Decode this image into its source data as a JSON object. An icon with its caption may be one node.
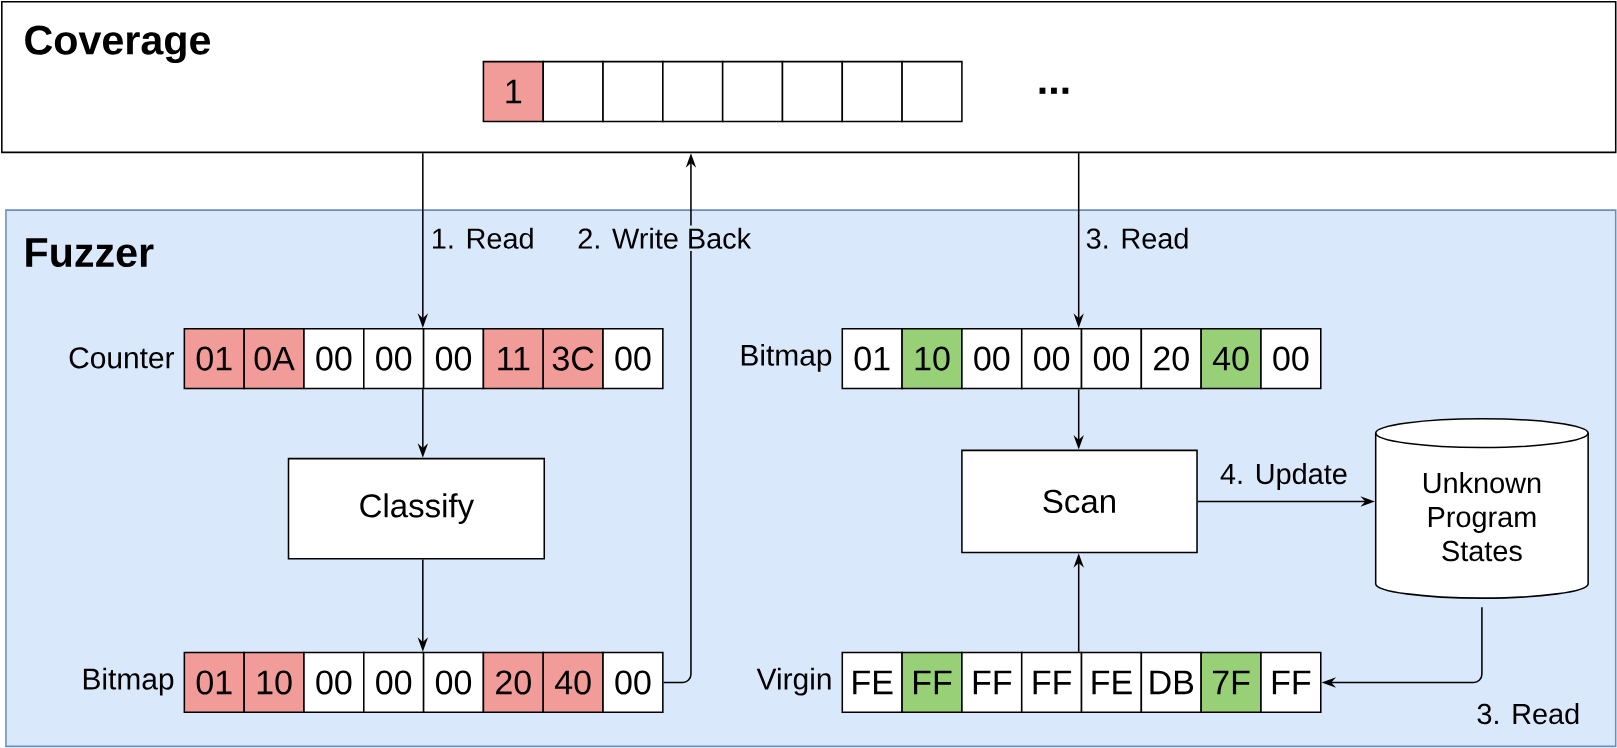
{
  "diagram": {
    "nodes": [
      {
        "text": [
          "Coverage"
        ]
      },
      {
        "text": [
          "1"
        ],
        "in": 0
      },
      {
        "text": [
          "Fuzzer"
        ]
      },
      {
        "text": [
          "01",
          "0A",
          "00",
          "00",
          "00",
          "11",
          "3C",
          "00"
        ],
        "beside": [
          "Counter"
        ],
        "in": 2
      },
      {
        "text": [
          "Classify"
        ],
        "in": 2
      },
      {
        "text": [
          "01",
          "10",
          "00",
          "00",
          "00",
          "20",
          "40",
          "00"
        ],
        "beside": [
          "Bitmap"
        ],
        "in": 2
      },
      {
        "text": [
          "01",
          "10",
          "00",
          "00",
          "00",
          "20",
          "40",
          "00"
        ],
        "beside": [
          "Bitmap"
        ],
        "in": 2
      },
      {
        "text": [
          "Scan"
        ],
        "in": 2
      },
      {
        "text": [
          "Unknown Program States"
        ],
        "in": 2
      },
      {
        "text": [
          "FE",
          "FF",
          "FF",
          "FF",
          "FE",
          "DB",
          "7F",
          "FF"
        ],
        "beside": [
          "Virgin"
        ],
        "in": 2
      }
    ],
    "edges": [
      {
        "from": 0,
        "to": 3,
        "arrow": "to",
        "label": "1. Read"
      },
      {
        "from": 3,
        "to": 4,
        "arrow": "to"
      },
      {
        "from": 4,
        "to": 5,
        "arrow": "to"
      },
      {
        "from": 5,
        "to": 0,
        "arrow": "to",
        "label": "2. Write Back"
      },
      {
        "from": 0,
        "to": 6,
        "arrow": "to",
        "label": "3. Read"
      },
      {
        "from": 6,
        "to": 7,
        "arrow": "to"
      },
      {
        "from": 9,
        "to": 7,
        "arrow": "to"
      },
      {
        "from": 7,
        "to": 8,
        "arrow": "to",
        "label": "4. Update"
      },
      {
        "from": 8,
        "to": 9,
        "arrow": "to",
        "label": "3. Read"
      }
    ],
    "labels": [
      "..."
    ]
  }
}
